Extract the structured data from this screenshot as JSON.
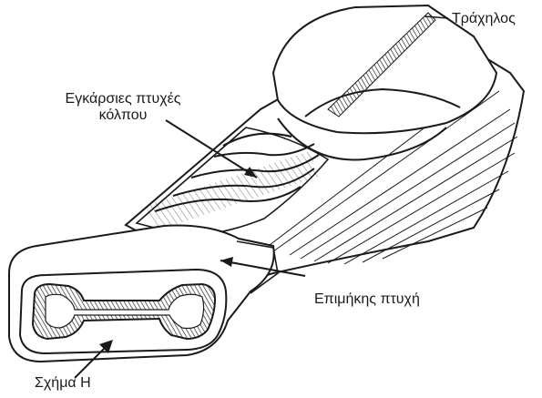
{
  "labels": {
    "neck": "Τράχηλος",
    "transverse_folds_line1": "Εγκάρσιες πτυχές",
    "transverse_folds_line2": "κόλπου",
    "longitudinal_fold": "Επιμήκης πτυχή",
    "h_shape": "Σχήμα Η"
  },
  "colors": {
    "ink": "#1a1a1a",
    "paper": "#ffffff",
    "shade": "#d9d9d9"
  }
}
